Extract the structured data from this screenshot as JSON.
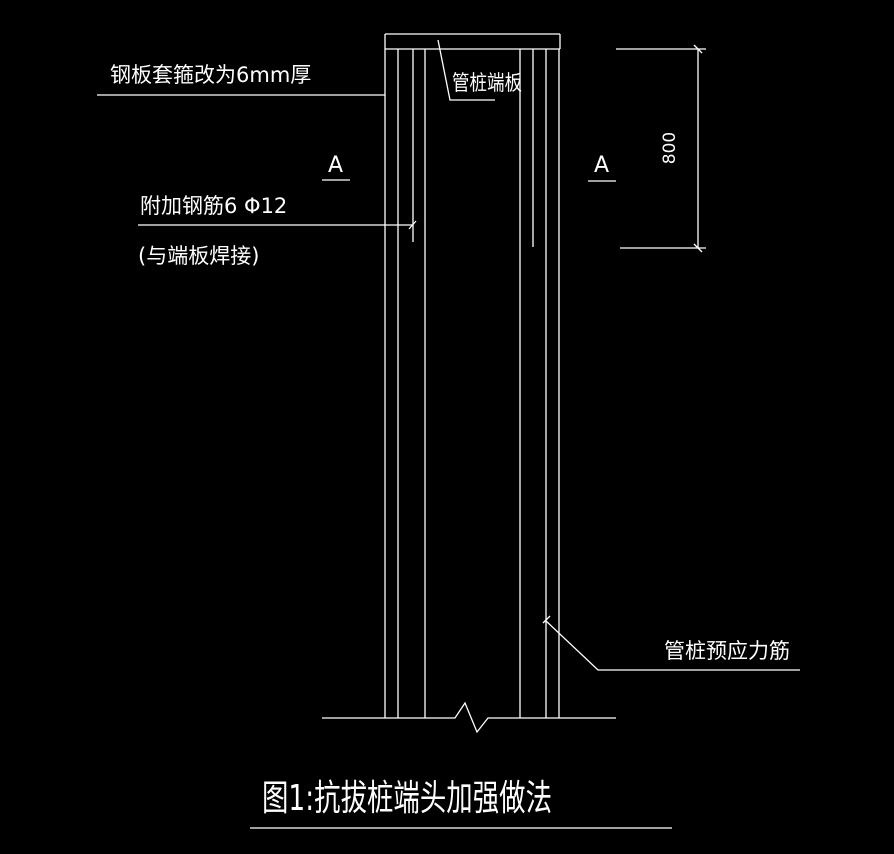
{
  "drawing": {
    "title": "图1:抗拔桩端头加强做法",
    "labels": {
      "steel_sleeve": "钢板套箍改为6mm厚",
      "end_plate": "管桩端板",
      "extra_rebar": "附加钢筋6 Φ12",
      "weld_note": "(与端板焊接)",
      "prestress_rebar": "管桩预应力筋",
      "section_left": "A",
      "section_right": "A"
    },
    "dimension": "800",
    "colors": {
      "background": "#000000",
      "lines": "#ffffff"
    }
  }
}
